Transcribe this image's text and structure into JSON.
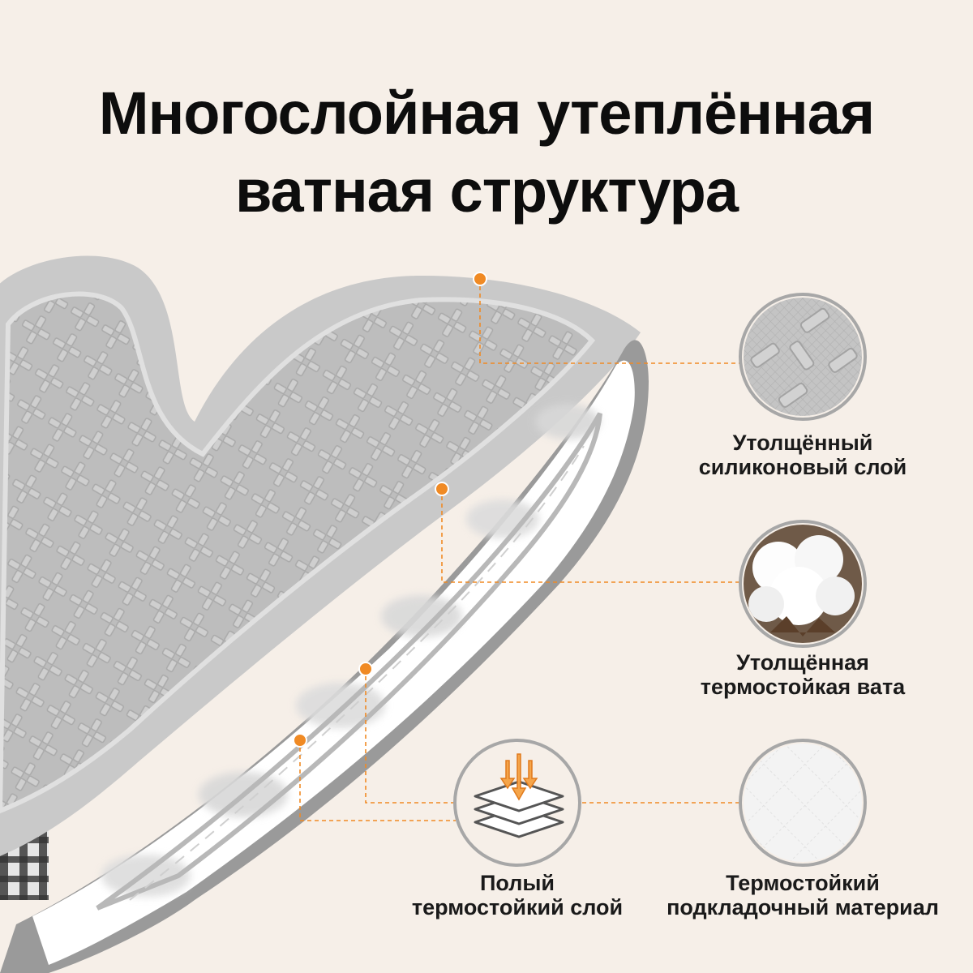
{
  "headline": {
    "line1": "Многослойная утеплённая",
    "line2": "ватная структура"
  },
  "accent_color": "#f08a24",
  "features": [
    {
      "icon": "silicone-texture-icon",
      "line1": "Утолщённый",
      "line2": "силиконовый слой"
    },
    {
      "icon": "cotton-boll-icon",
      "line1": "Утолщённая",
      "line2": "термостойкая вата"
    },
    {
      "icon": "layers-heat-icon",
      "line1": "Полый",
      "line2": "термостойкий слой"
    },
    {
      "icon": "quilted-fabric-icon",
      "line1": "Термостойкий",
      "line2": "подкладочный материал"
    }
  ]
}
